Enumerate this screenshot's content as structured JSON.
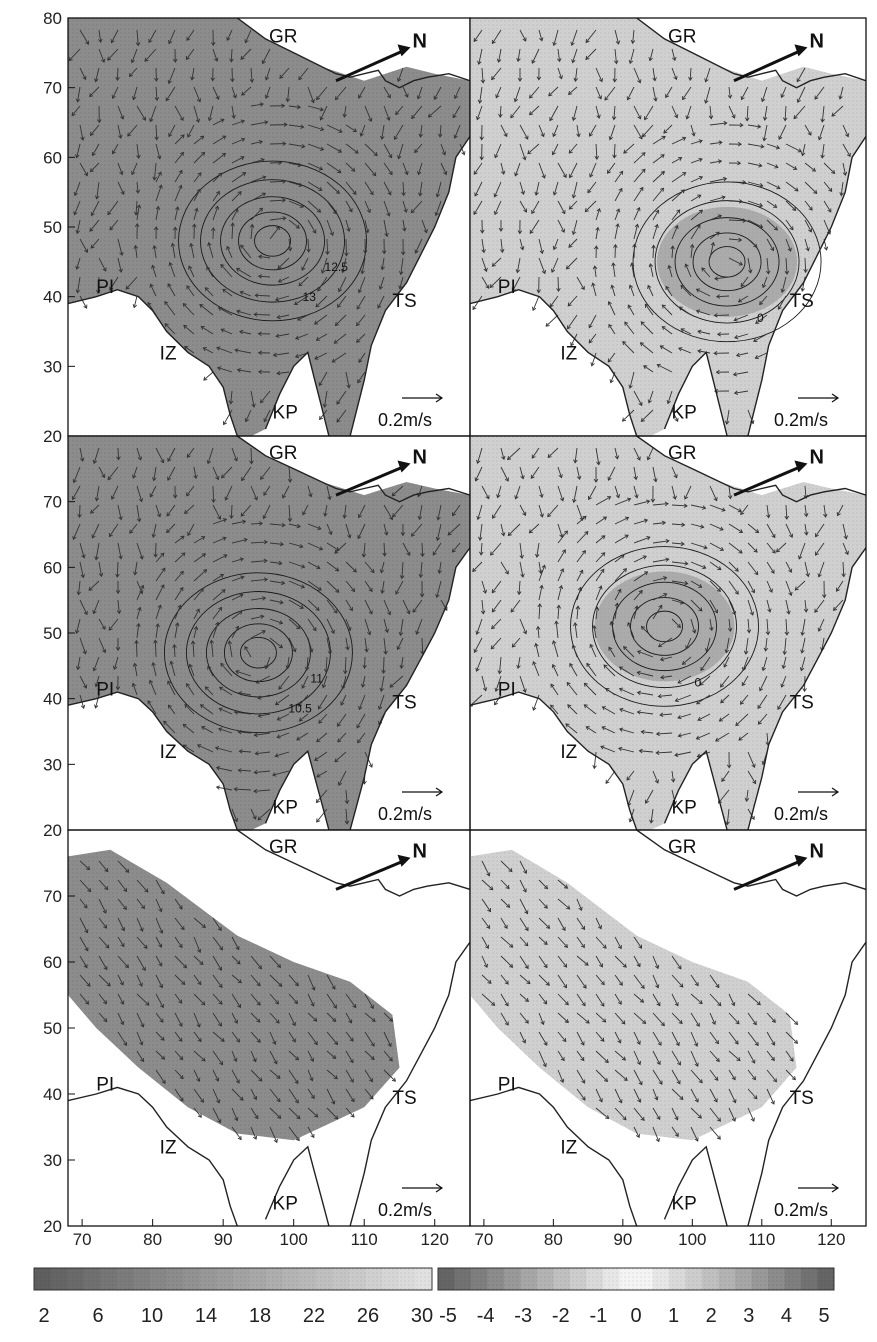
{
  "colors": {
    "land": "#ffffff",
    "water_dark": "#8c8c8c",
    "water_mid": "#b2b2b2",
    "water_light": "#d0d0d0",
    "coast": "#222222",
    "arrow": "#333333"
  },
  "axes": {
    "x_ticks": [
      "70",
      "80",
      "90",
      "100",
      "110",
      "120"
    ],
    "y_ticks": [
      "20",
      "30",
      "40",
      "50",
      "60",
      "70",
      "80"
    ],
    "x_range": [
      68,
      125
    ],
    "y_range": [
      20,
      80
    ]
  },
  "place_labels": {
    "gr": "GR",
    "pi": "PI",
    "iz": "IZ",
    "kp": "KP",
    "ts": "TS"
  },
  "north_label": "N",
  "scale_label": "0.2m/s",
  "panels": [
    {
      "id": "left-top",
      "shade": "dark",
      "field": "full",
      "eddy": [
        97,
        48
      ],
      "contours": [
        "13",
        "12.5"
      ]
    },
    {
      "id": "right-top",
      "shade": "mixed",
      "field": "full",
      "eddy": [
        105,
        45
      ],
      "contours": [
        "0"
      ]
    },
    {
      "id": "left-middle",
      "shade": "dark",
      "field": "full",
      "eddy": [
        95,
        47
      ],
      "contours": [
        "10.5",
        "11"
      ]
    },
    {
      "id": "right-middle",
      "shade": "mixed",
      "field": "full",
      "eddy": [
        96,
        51
      ],
      "contours": [
        "0"
      ]
    },
    {
      "id": "left-bottom",
      "shade": "dark",
      "field": "diagonal",
      "eddy": null,
      "contours": []
    },
    {
      "id": "right-bottom",
      "shade": "light",
      "field": "diagonal",
      "eddy": null,
      "contours": []
    }
  ],
  "colorbars": [
    {
      "id": "left",
      "ticks": [
        "2",
        "6",
        "10",
        "14",
        "18",
        "22",
        "26",
        "30"
      ]
    },
    {
      "id": "right",
      "ticks": [
        "-5",
        "-4",
        "-3",
        "-2",
        "-1",
        "0",
        "1",
        "2",
        "3",
        "4",
        "5"
      ]
    }
  ]
}
